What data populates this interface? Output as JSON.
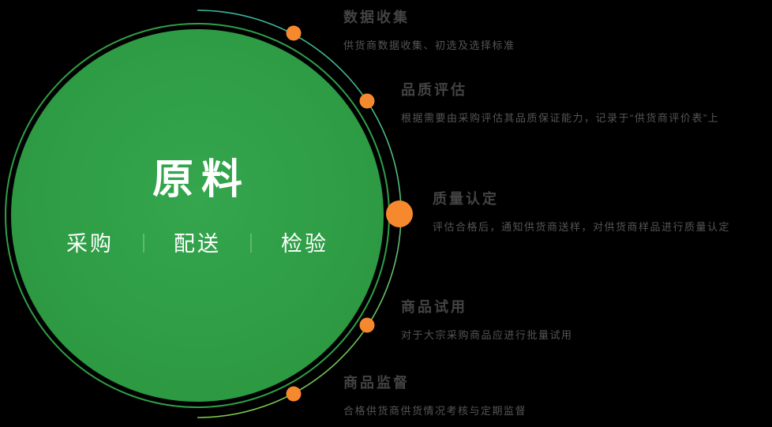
{
  "center": {
    "title": "原料",
    "items": [
      "采购",
      "配送",
      "检验"
    ],
    "divider": "｜",
    "circle_fill": "#2b9740",
    "circle_fill_light": "#34a64d",
    "ring_color": "#2fa046",
    "text_color": "#ffffff"
  },
  "accent": {
    "dot_color": "#f6892d",
    "arc_top": "#38b49b",
    "arc_bottom": "#7cc74d"
  },
  "stages": [
    {
      "title": "数据收集",
      "desc": "供货商数据收集、初选及选择标准"
    },
    {
      "title": "品质评估",
      "desc": "根据需要由采购评估其品质保证能力，记录于“供货商评价表”上"
    },
    {
      "title": "质量认定",
      "desc": "评估合格后，通知供货商送样，对供货商样品进行质量认定"
    },
    {
      "title": "商品试用",
      "desc": "对于大宗采购商品应进行批量试用"
    },
    {
      "title": "商品监督",
      "desc": "合格供货商供货情况考核与定期监督"
    }
  ]
}
